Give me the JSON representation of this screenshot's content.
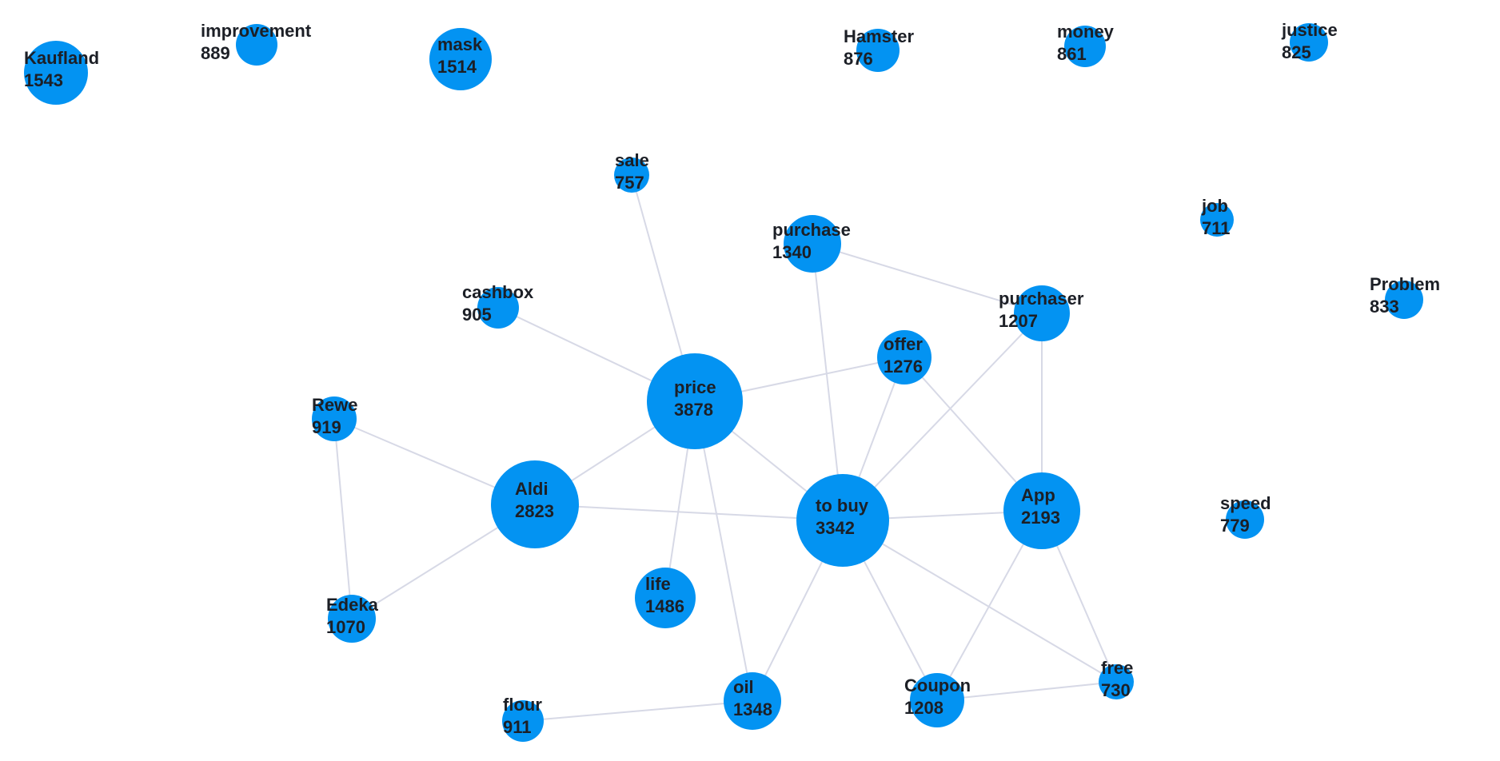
{
  "colors": {
    "node": "#0393f2",
    "edge": "#d7d9e6",
    "label": "#1c1f26",
    "background": "#ffffff"
  },
  "nodes": [
    {
      "id": "kaufland",
      "label": "Kaufland",
      "value": "1543"
    },
    {
      "id": "improvement",
      "label": "improvement",
      "value": "889"
    },
    {
      "id": "mask",
      "label": "mask",
      "value": "1514"
    },
    {
      "id": "hamster",
      "label": "Hamster",
      "value": "876"
    },
    {
      "id": "money",
      "label": "money",
      "value": "861"
    },
    {
      "id": "justice",
      "label": "justice",
      "value": "825"
    },
    {
      "id": "sale",
      "label": "sale",
      "value": "757"
    },
    {
      "id": "purchase",
      "label": "purchase",
      "value": "1340"
    },
    {
      "id": "job",
      "label": "job",
      "value": "711"
    },
    {
      "id": "cashbox",
      "label": "cashbox",
      "value": "905"
    },
    {
      "id": "purchaser",
      "label": "purchaser",
      "value": "1207"
    },
    {
      "id": "problem",
      "label": "Problem",
      "value": "833"
    },
    {
      "id": "offer",
      "label": "offer",
      "value": "1276"
    },
    {
      "id": "price",
      "label": "price",
      "value": "3878"
    },
    {
      "id": "rewe",
      "label": "Rewe",
      "value": "919"
    },
    {
      "id": "aldi",
      "label": "Aldi",
      "value": "2823"
    },
    {
      "id": "tobuy",
      "label": "to buy",
      "value": "3342"
    },
    {
      "id": "app",
      "label": "App",
      "value": "2193"
    },
    {
      "id": "speed",
      "label": "speed",
      "value": "779"
    },
    {
      "id": "life",
      "label": "life",
      "value": "1486"
    },
    {
      "id": "edeka",
      "label": "Edeka",
      "value": "1070"
    },
    {
      "id": "free",
      "label": "free",
      "value": "730"
    },
    {
      "id": "oil",
      "label": "oil",
      "value": "1348"
    },
    {
      "id": "coupon",
      "label": "Coupon",
      "value": "1208"
    },
    {
      "id": "flour",
      "label": "flour",
      "value": "911"
    }
  ],
  "edges": [
    [
      "sale",
      "price"
    ],
    [
      "cashbox",
      "price"
    ],
    [
      "purchase",
      "purchaser"
    ],
    [
      "purchase",
      "tobuy"
    ],
    [
      "price",
      "offer"
    ],
    [
      "price",
      "aldi"
    ],
    [
      "price",
      "tobuy"
    ],
    [
      "price",
      "life"
    ],
    [
      "price",
      "oil"
    ],
    [
      "rewe",
      "aldi"
    ],
    [
      "rewe",
      "edeka"
    ],
    [
      "aldi",
      "edeka"
    ],
    [
      "aldi",
      "tobuy"
    ],
    [
      "offer",
      "tobuy"
    ],
    [
      "offer",
      "app"
    ],
    [
      "purchaser",
      "tobuy"
    ],
    [
      "purchaser",
      "app"
    ],
    [
      "tobuy",
      "app"
    ],
    [
      "tobuy",
      "oil"
    ],
    [
      "tobuy",
      "coupon"
    ],
    [
      "tobuy",
      "free"
    ],
    [
      "app",
      "coupon"
    ],
    [
      "app",
      "free"
    ],
    [
      "coupon",
      "free"
    ],
    [
      "oil",
      "flour"
    ]
  ]
}
